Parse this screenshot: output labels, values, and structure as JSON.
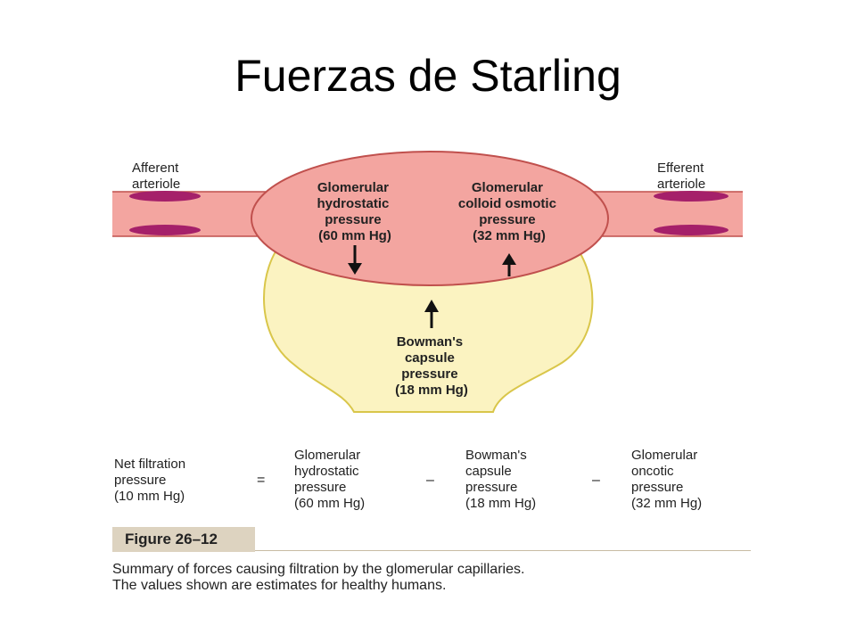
{
  "title": "Fuerzas de Starling",
  "diagram": {
    "afferent": [
      "Afferent",
      "arteriole"
    ],
    "efferent": [
      "Efferent",
      "arteriole"
    ],
    "glom_hydro": [
      "Glomerular",
      "hydrostatic",
      "pressure",
      "(60 mm Hg)"
    ],
    "glom_colloid": [
      "Glomerular",
      "colloid osmotic",
      "pressure",
      "(32 mm Hg)"
    ],
    "bowman": [
      "Bowman's",
      "capsule",
      "pressure",
      "(18 mm Hg)"
    ]
  },
  "equation": {
    "net": [
      "Net filtration",
      "pressure",
      "(10 mm Hg)"
    ],
    "equals": "=",
    "term1": [
      "Glomerular",
      "hydrostatic",
      "pressure",
      "(60 mm Hg)"
    ],
    "minus1": "–",
    "term2": [
      "Bowman's",
      "capsule",
      "pressure",
      "(18 mm Hg)"
    ],
    "minus2": "–",
    "term3": [
      "Glomerular",
      "oncotic",
      "pressure",
      "(32 mm Hg)"
    ]
  },
  "figure": {
    "label": "Figure 26–12",
    "caption_lines": [
      "Summary of forces causing filtration by the glomerular capillaries.",
      "The values shown are estimates for healthy humans."
    ]
  },
  "colors": {
    "capillary": "#f3a5a0",
    "capillary_stroke": "#c0504d",
    "capsule": "#fbf3c1",
    "capsule_stroke": "#d9c64a",
    "vessel_wall": "#a5206a",
    "arrow": "#111111"
  }
}
